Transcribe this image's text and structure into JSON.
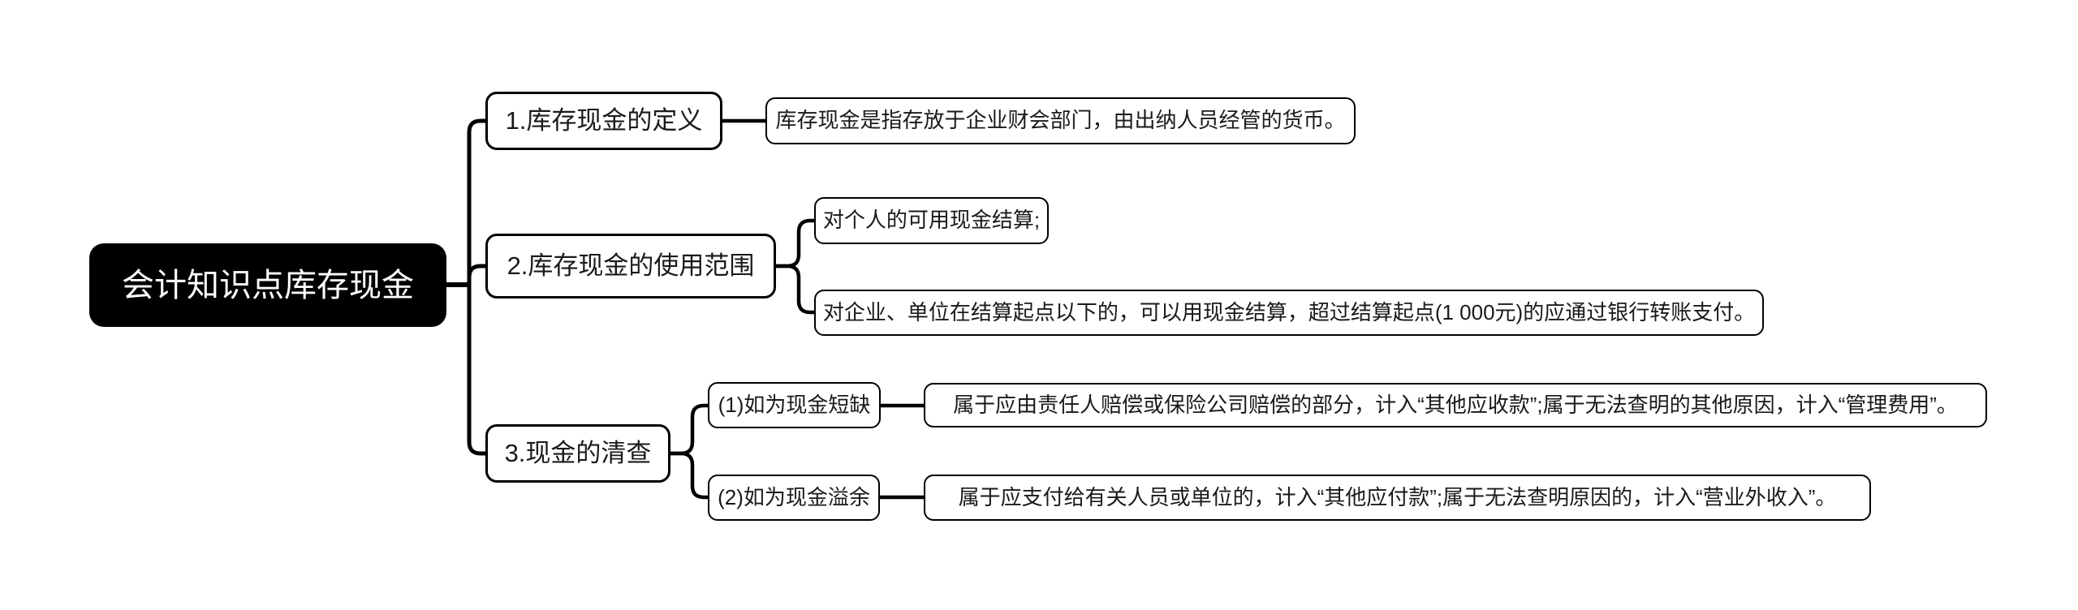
{
  "canvas": {
    "background": "#ffffff",
    "line_color": "#000000"
  },
  "root": {
    "label": "会计知识点库存现金",
    "background": "#000000",
    "text_color": "#ffffff"
  },
  "branches": [
    {
      "label": "1.库存现金的定义",
      "children": [
        {
          "label": "库存现金是指存放于企业财会部门，由出纳人员经管的货币。"
        }
      ]
    },
    {
      "label": "2.库存现金的使用范围",
      "children": [
        {
          "label": "对个人的可用现金结算;"
        },
        {
          "label": "对企业、单位在结算起点以下的，可以用现金结算，超过结算起点(1 000元)的应通过银行转账支付。"
        }
      ]
    },
    {
      "label": "3.现金的清查",
      "children": [
        {
          "label": "(1)如为现金短缺",
          "children": [
            {
              "label": "属于应由责任人赔偿或保险公司赔偿的部分，计入“其他应收款”;属于无法查明的其他原因，计入“管理费用”。"
            }
          ]
        },
        {
          "label": "(2)如为现金溢余",
          "children": [
            {
              "label": "属于应支付给有关人员或单位的，计入“其他应付款”;属于无法查明原因的，计入“营业外收入”。"
            }
          ]
        }
      ]
    }
  ]
}
